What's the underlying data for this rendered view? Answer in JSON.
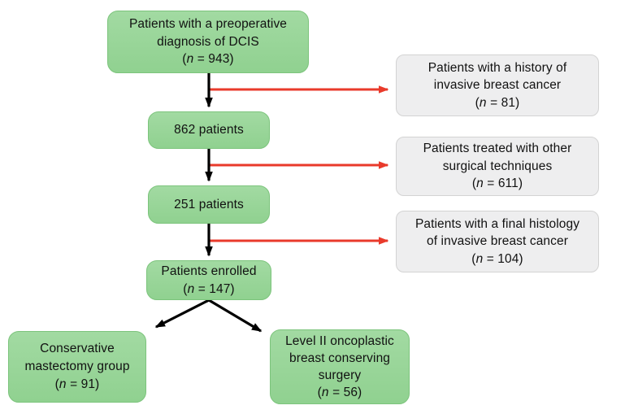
{
  "colors": {
    "green_fill": "#96d296",
    "green_border": "#7cc47c",
    "gray_fill": "#eeeeef",
    "gray_border": "#d3d3d3",
    "black_arrow": "#000000",
    "red_arrow": "#e93a2b",
    "text": "#111111"
  },
  "flow": {
    "preoperative": {
      "lines": [
        "Patients with a preoperative",
        "diagnosis of DCIS",
        "(*n* = 943)"
      ]
    },
    "after_history_exclusion": {
      "lines": [
        "862 patients"
      ]
    },
    "after_technique_exclusion": {
      "lines": [
        "251 patients"
      ]
    },
    "enrolled": {
      "lines": [
        "Patients enrolled",
        "(*n* = 147)"
      ]
    },
    "group_mastectomy": {
      "lines": [
        "Conservative",
        "mastectomy group",
        "(*n* = 91)"
      ]
    },
    "group_oncoplastic": {
      "lines": [
        "Level II oncoplastic",
        "breast conserving",
        "surgery",
        "(*n* = 56)"
      ]
    }
  },
  "exclusions": {
    "history": {
      "lines": [
        "Patients with a history of",
        "invasive breast cancer",
        "(*n* = 81)"
      ]
    },
    "other_techniques": {
      "lines": [
        "Patients treated with other",
        "surgical techniques",
        "(*n* = 611)"
      ]
    },
    "final_histology": {
      "lines": [
        "Patients with a final histology",
        "of invasive breast cancer",
        "(*n* = 104)"
      ]
    }
  }
}
